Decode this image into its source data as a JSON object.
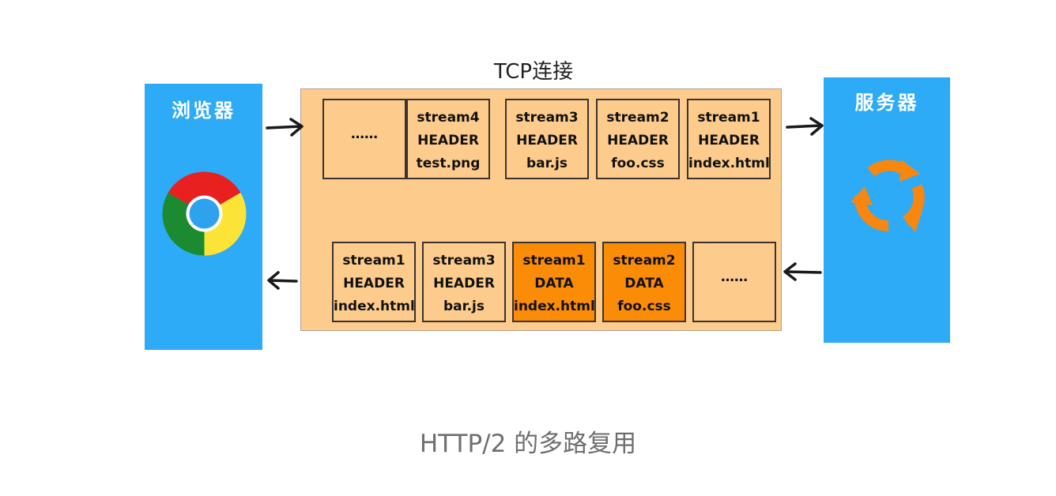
{
  "browser": {
    "label": "浏览器"
  },
  "server": {
    "label": "服务器"
  },
  "tcp": {
    "title": "TCP连接"
  },
  "request_frames": [
    {
      "lines": [
        "……"
      ],
      "kind": "ellipsis"
    },
    {
      "lines": [
        "stream4",
        "HEADER",
        "test.png"
      ],
      "kind": "header"
    },
    {
      "lines": [
        "stream3",
        "HEADER",
        "bar.js"
      ],
      "kind": "header"
    },
    {
      "lines": [
        "stream2",
        "HEADER",
        "foo.css"
      ],
      "kind": "header"
    },
    {
      "lines": [
        "stream1",
        "HEADER",
        "index.html"
      ],
      "kind": "header"
    }
  ],
  "response_frames": [
    {
      "lines": [
        "stream1",
        "HEADER",
        "index.html"
      ],
      "kind": "header"
    },
    {
      "lines": [
        "stream3",
        "HEADER",
        "bar.js"
      ],
      "kind": "header"
    },
    {
      "lines": [
        "stream1",
        "DATA",
        "index.html"
      ],
      "kind": "data"
    },
    {
      "lines": [
        "stream2",
        "DATA",
        "foo.css"
      ],
      "kind": "data"
    },
    {
      "lines": [
        "……"
      ],
      "kind": "ellipsis"
    }
  ],
  "caption": "HTTP/2 的多路复用",
  "colors": {
    "panel": "#2eabf7",
    "tcp_box": "#fdcc8c",
    "data_frame": "#fb8c07",
    "server_icon": "#f7870f"
  },
  "icons": {
    "browser": "chrome-logo-icon",
    "server": "refresh-cycle-icon"
  }
}
